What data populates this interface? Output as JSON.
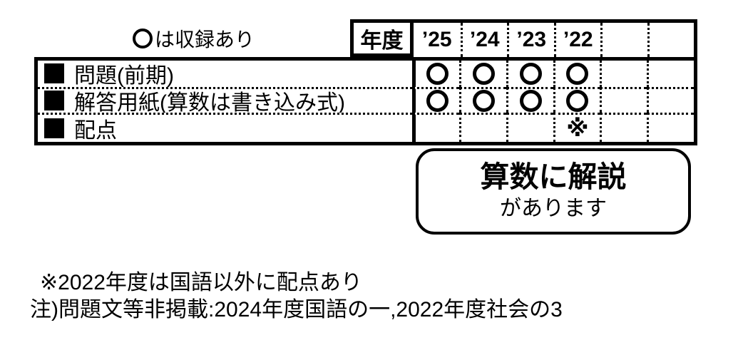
{
  "colors": {
    "ink": "#000000",
    "background": "#ffffff"
  },
  "legend": {
    "circle_mark": "○",
    "label": "は収録あり"
  },
  "year_header": {
    "label": "年度",
    "columns": [
      "’25",
      "’24",
      "’23",
      "’22",
      "",
      ""
    ]
  },
  "table": {
    "rows": [
      {
        "bullet_icon": "black-square",
        "label": "問題(前期)",
        "values": [
          "○",
          "○",
          "○",
          "○",
          "",
          ""
        ]
      },
      {
        "bullet_icon": "black-square",
        "label": "解答用紙(算数は書き込み式)",
        "values": [
          "○",
          "○",
          "○",
          "○",
          "",
          ""
        ]
      },
      {
        "bullet_icon": "black-square",
        "label": "配点",
        "values": [
          "",
          "",
          "",
          "※",
          "",
          ""
        ]
      }
    ]
  },
  "callout": {
    "line1": "算数に解説",
    "line2": "があります"
  },
  "notes": {
    "note1": "※2022年度は国語以外に配点あり",
    "note2": "注)問題文等非掲載:2024年度国語の一,2022年度社会の3"
  }
}
